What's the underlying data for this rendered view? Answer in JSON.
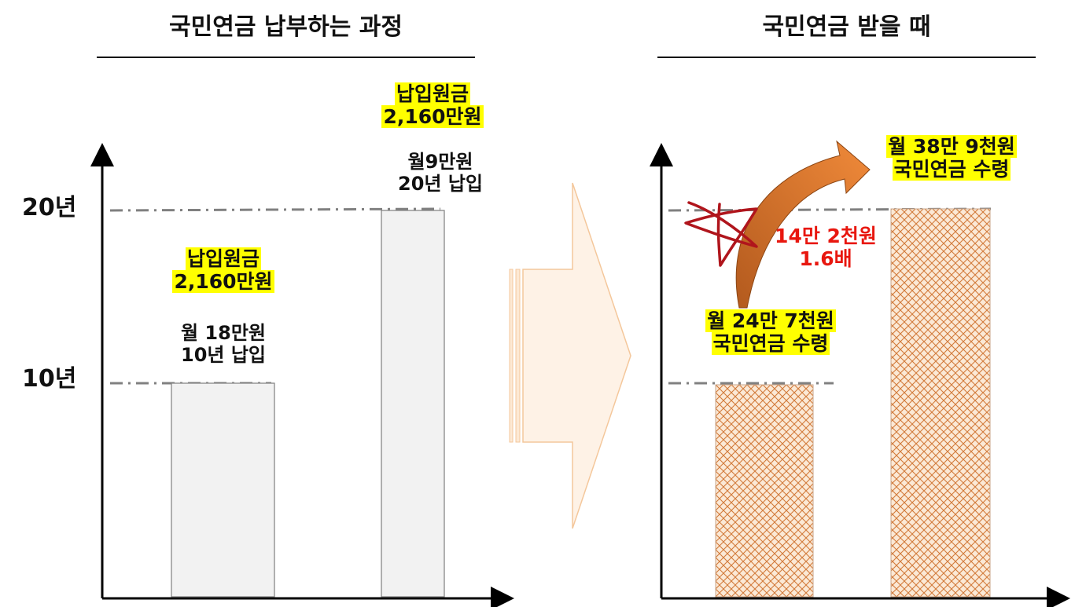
{
  "left_panel": {
    "title": "국민연금 납부하는 과정",
    "axis_labels": {
      "y20": "20년",
      "y10": "10년"
    },
    "bar_10yr": {
      "principal_line1": "납입원금",
      "principal_line2": "2,160만원",
      "detail_line1": "월 18만원",
      "detail_line2": "10년 납입",
      "years": 10
    },
    "bar_20yr": {
      "principal_line1": "납입원금",
      "principal_line2": "2,160만원",
      "detail_line1": "월9만원",
      "detail_line2": "20년 납입",
      "years": 20
    }
  },
  "right_panel": {
    "title": "국민연금 받을 때",
    "receive_10yr": {
      "line1": "월 24만 7천원",
      "line2": "국민연금 수령"
    },
    "receive_20yr": {
      "line1": "월 38만 9천원",
      "line2": "국민연금 수령"
    },
    "difference": {
      "line1": "14만 2천원",
      "line2": "1.6배"
    }
  },
  "colors": {
    "highlight": "#ffff00",
    "bar_fill": "#f2f2f2",
    "hatch_fill": "#fbe9d6",
    "hatch_line": "#d27a3a",
    "curve_arrow": "#d8782b",
    "star": "#b0151c",
    "difference_text": "#e8170f",
    "big_arrow": "#fde9d4",
    "big_arrow_stroke": "#f4c79b"
  }
}
